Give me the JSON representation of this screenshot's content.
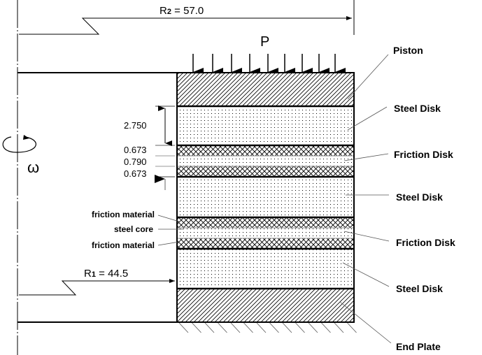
{
  "title": "Multi-disk wet clutch cross-section",
  "load_label": "P",
  "omega_label": "ω",
  "r2_label": "R",
  "r2_sub": "2",
  "r2_value": " = 57.0",
  "r1_label": "R",
  "r1_sub": "1",
  "r1_value": " = 44.5",
  "dimensions": {
    "steel_thickness": "2.750",
    "friction_top": "0.673",
    "core": "0.790",
    "friction_bottom": "0.673"
  },
  "left_labels": {
    "friction_material_top": "friction material",
    "steel_core": "steel core",
    "friction_material_bottom": "friction material"
  },
  "right_labels": [
    {
      "name": "piston",
      "text": "Piston"
    },
    {
      "name": "steel-disk-1",
      "text": "Steel Disk"
    },
    {
      "name": "friction-disk-1",
      "text": "Friction Disk"
    },
    {
      "name": "steel-disk-2",
      "text": "Steel Disk"
    },
    {
      "name": "friction-disk-2",
      "text": "Friction Disk"
    },
    {
      "name": "steel-disk-3",
      "text": "Steel Disk"
    },
    {
      "name": "end-plate",
      "text": "End Plate"
    }
  ],
  "layers": [
    {
      "name": "piston",
      "material": "hatch"
    },
    {
      "name": "steel-disk",
      "material": "dots"
    },
    {
      "name": "friction-material",
      "material": "cross"
    },
    {
      "name": "steel-core",
      "material": "dots"
    },
    {
      "name": "friction-material",
      "material": "cross"
    },
    {
      "name": "steel-disk",
      "material": "dots"
    },
    {
      "name": "friction-material",
      "material": "cross"
    },
    {
      "name": "steel-core",
      "material": "dots"
    },
    {
      "name": "friction-material",
      "material": "cross"
    },
    {
      "name": "steel-disk",
      "material": "dots"
    },
    {
      "name": "end-plate",
      "material": "hatch"
    }
  ],
  "colors": {
    "ink": "#000000",
    "leader": "#555555",
    "background": "#ffffff"
  }
}
